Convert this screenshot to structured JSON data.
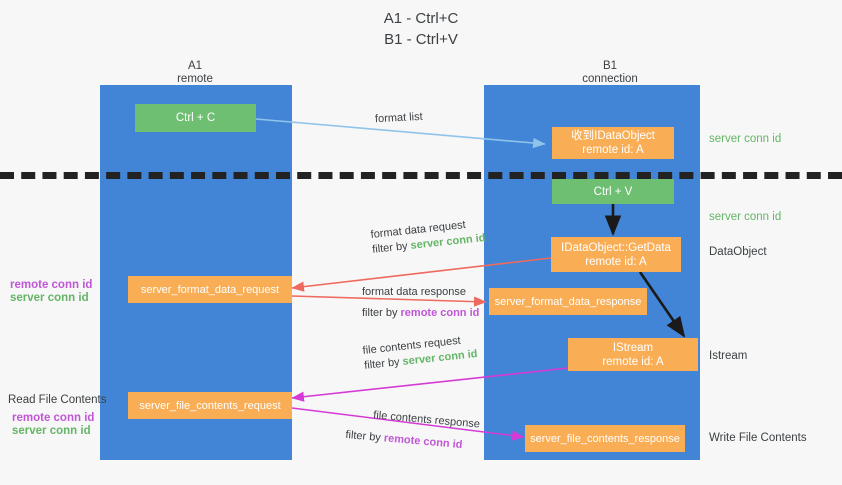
{
  "title": "A1 - Ctrl+C\nB1 - Ctrl+V",
  "lanes": [
    {
      "id": "a1",
      "title": "A1\nremote"
    },
    {
      "id": "b1",
      "title": "B1\nconnection"
    }
  ],
  "nodes": {
    "ctrl_c": "Ctrl + C",
    "recv_idataobject": "收到IDataObject\nremote id: A",
    "ctrl_v": "Ctrl + V",
    "getdata": "IDataObject::GetData\nremote id: A",
    "server_format_data_request": "server_format_data_request",
    "server_format_data_response": "server_format_data_response",
    "istream": "IStream\nremote id: A",
    "server_file_contents_request": "server_file_contents_request",
    "server_file_contents_response": "server_file_contents_response"
  },
  "edges": {
    "format_list": "format list",
    "format_data_request": "format data request",
    "format_data_request_filter_prefix": "filter by ",
    "format_data_request_filter_value": "server conn id",
    "format_data_response": "format data response",
    "format_data_response_filter_prefix": "filter by ",
    "format_data_response_filter_value": "remote conn id",
    "file_contents_request": "file contents request",
    "file_contents_request_filter_prefix": "filter by ",
    "file_contents_request_filter_value": "server conn id",
    "file_contents_response": "file contents response",
    "file_contents_response_filter_prefix": "filter by ",
    "file_contents_response_filter_value": "remote conn id"
  },
  "annotations": {
    "right_server_conn_id_top": "server conn id",
    "right_server_conn_id_mid": "server conn id",
    "right_dataobject": "DataObject",
    "right_istream": "Istream",
    "right_write_file_contents": "Write File Contents",
    "left_remote_conn_id_top": "remote conn id",
    "left_server_conn_id_top": "server conn id",
    "left_read_file_contents": "Read File Contents",
    "left_remote_conn_id_bottom": "remote conn id",
    "left_server_conn_id_bottom": "server conn id"
  },
  "colors": {
    "lane": "#4285d6",
    "green_node": "#6fbf73",
    "orange_node": "#f9ae56",
    "server_conn_id": "#64b566",
    "remote_conn_id": "#c156d6",
    "arrow_light_blue": "#8fc4ea",
    "arrow_red": "#ef6a5e",
    "arrow_magenta": "#d63ad6",
    "arrow_black": "#1a1a1a",
    "divider": "#222222",
    "background": "#f7f7f7"
  }
}
